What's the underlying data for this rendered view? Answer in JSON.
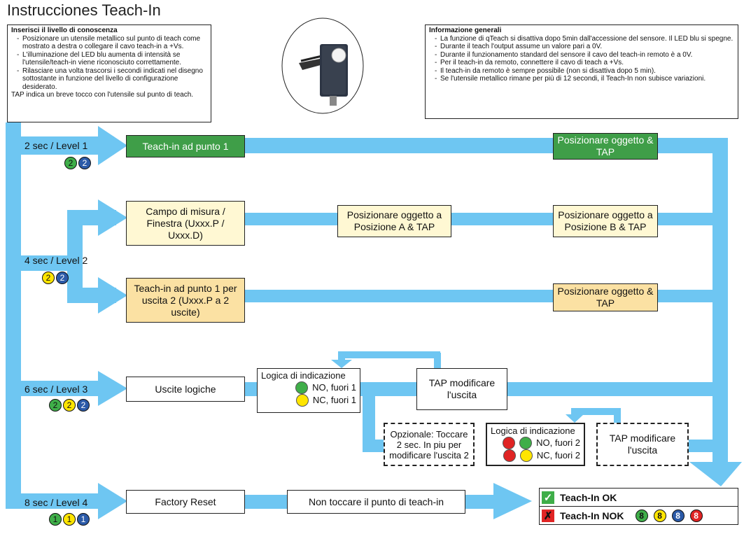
{
  "title": "Instrucciones Teach-In",
  "left_info": {
    "heading": "Inserisci il livello di conoscenza",
    "items": [
      "Posizionare un utensile metallico sul punto di teach come mostrato a destra o collegare il cavo teach-in a +Vs.",
      "L'illuminazione del LED blu aumenta di intensità se l'utensile/teach-in viene riconosciuto correttamente.",
      "Rilasciare una volta trascorsi i secondi indicati nel disegno sottostante in funzione del livello di configurazione desiderato."
    ],
    "footer": "TAP indica un breve tocco con l'utensile sul punto di teach."
  },
  "right_info": {
    "heading": "Informazione generali",
    "items": [
      "La funzione di qTeach si disattiva dopo 5min dall'accessione del sensore. Il LED blu si spegne.",
      "Durante il teach l'output assume un valore pari a 0V.",
      "Durante il funzionamento standard del sensore il cavo del teach-in remoto è a 0V.",
      "Per il teach-in da remoto, connettere il cavo di teach a +Vs.",
      "Il teach-in da remoto è sempre possibile (non si disattiva dopo 5 min).",
      "Se l'utensile metallico rimane per più di 12 secondi, il Teach-In non subisce variazioni."
    ]
  },
  "levels": [
    {
      "label": "2 sec / Level 1",
      "badges": [
        {
          "n": "2",
          "c": "green"
        },
        {
          "n": "2",
          "c": "blue"
        }
      ]
    },
    {
      "label": "4 sec / Level 2",
      "badges": [
        {
          "n": "2",
          "c": "yellow"
        },
        {
          "n": "2",
          "c": "blue"
        }
      ]
    },
    {
      "label": "6 sec / Level 3",
      "badges": [
        {
          "n": "2",
          "c": "green"
        },
        {
          "n": "2",
          "c": "yellow"
        },
        {
          "n": "2",
          "c": "blue"
        }
      ]
    },
    {
      "label": "8 sec / Level 4",
      "badges": [
        {
          "n": "1",
          "c": "green"
        },
        {
          "n": "1",
          "c": "yellow"
        },
        {
          "n": "1",
          "c": "blue"
        }
      ]
    }
  ],
  "nodes": {
    "teach_punto1": "Teach-in ad punto 1",
    "pos_tap_1": "Posizionare oggetto & TAP",
    "campo": "Campo di misura / Finestra (Uxxx.P / Uxxx.D)",
    "pos_a": "Posizionare oggetto a Posizione A & TAP",
    "pos_b": "Posizionare oggetto a Posizione B & TAP",
    "teach_uscita2": "Teach-in ad punto 1 per uscita 2 (Uxxx.P a 2 uscite)",
    "pos_tap_2": "Posizionare oggetto & TAP",
    "uscite": "Uscite logiche",
    "tap_mod_1": "TAP modificare l'uscita",
    "opzionale": "Opzionale: Toccare 2 sec. In piu per modificare l'uscita 2",
    "tap_mod_2": "TAP modificare l'uscita",
    "factory": "Factory Reset",
    "non_toccare": "Non toccare il punto di teach-in"
  },
  "logic1": {
    "title": "Logica di indicazione",
    "rows": [
      {
        "text": "NO, fuori 1",
        "dots": [
          "green"
        ]
      },
      {
        "text": "NC, fuori 1",
        "dots": [
          "yellow"
        ]
      }
    ]
  },
  "logic2": {
    "title": "Logica di indicazione",
    "rows": [
      {
        "text": "NO, fuori 2",
        "dots": [
          "red",
          "green"
        ]
      },
      {
        "text": "NC, fuori 2",
        "dots": [
          "red",
          "yellow"
        ]
      }
    ]
  },
  "results": {
    "ok": "Teach-In OK",
    "nok": "Teach-In NOK",
    "nok_badges": [
      {
        "n": "8",
        "c": "green"
      },
      {
        "n": "8",
        "c": "yellow"
      },
      {
        "n": "8",
        "c": "blue"
      },
      {
        "n": "8",
        "c": "red"
      }
    ]
  },
  "colors": {
    "arrow": "#6ec6f2",
    "green": "#3fae49",
    "yellow": "#ffe500",
    "blue": "#2b5aa8",
    "red": "#e02424",
    "cream": "#fff8d3",
    "tan": "#fbe1a3"
  },
  "icons": {
    "ok": "check-icon",
    "nok": "cross-icon"
  }
}
